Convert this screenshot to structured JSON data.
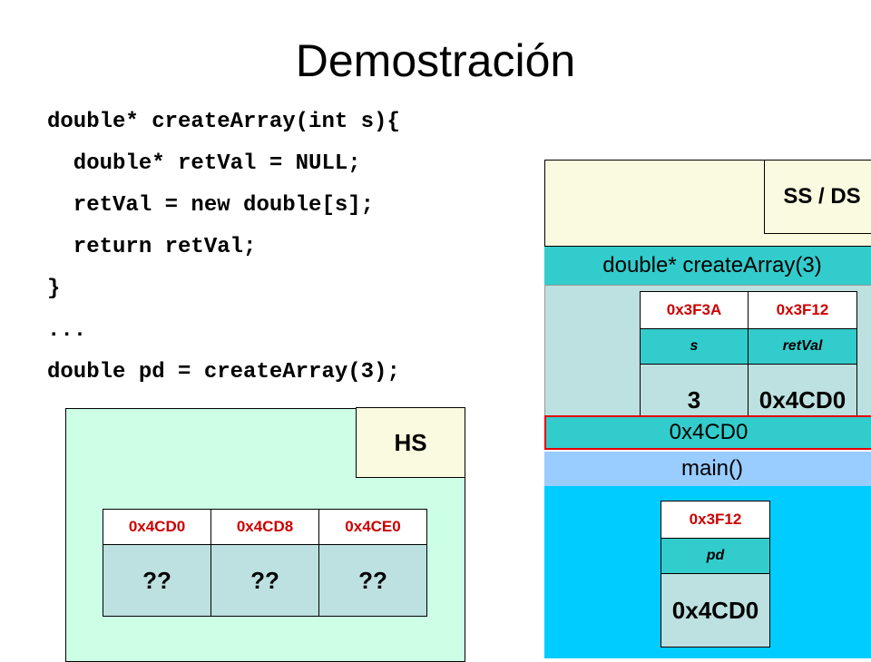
{
  "slide": {
    "title": "Demostración",
    "code_lines": [
      "double* createArray(int s){",
      "  double* retVal = NULL;",
      "  retVal = new double[s];",
      "  return retVal;",
      "}",
      "...",
      "double pd = createArray(3);"
    ]
  },
  "heap": {
    "label": "HS",
    "cells": [
      {
        "address": "0x4CD0",
        "value": "??"
      },
      {
        "address": "0x4CD8",
        "value": "??"
      },
      {
        "address": "0x4CE0",
        "value": "??"
      }
    ]
  },
  "stack": {
    "label": "SS / DS",
    "frame_header": "double* createArray(3)",
    "frame_vars": [
      {
        "address": "0x3F3A",
        "name": "s",
        "value": "3"
      },
      {
        "address": "0x3F12",
        "name": "retVal",
        "value": "0x4CD0"
      }
    ],
    "return_value": "0x4CD0",
    "main_header": "main()",
    "main_vars": [
      {
        "address": "0x3F12",
        "name": "pd",
        "value": "0x4CD0"
      }
    ]
  },
  "colors": {
    "address_text": "#cc0000",
    "frame_header": "#33cccc",
    "main_header": "#99ccff",
    "main_body": "#00ccff",
    "heap_bg": "#ccffe6",
    "return_border": "#e60000"
  }
}
